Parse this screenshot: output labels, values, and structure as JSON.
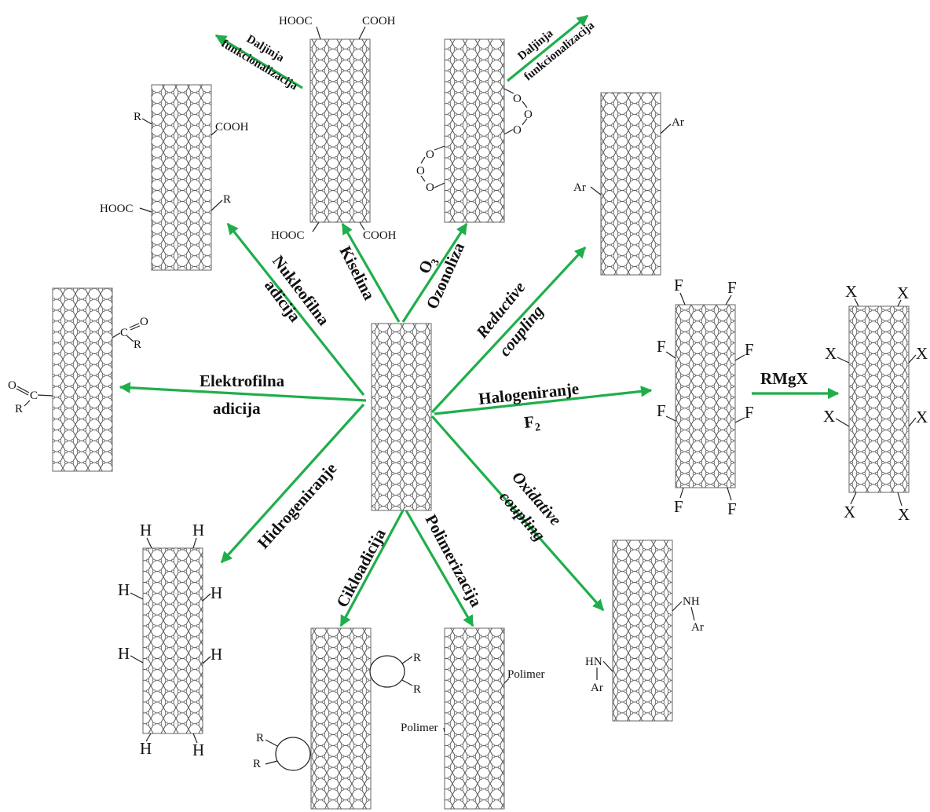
{
  "colors": {
    "arrow": "#1fae4b",
    "tube": "#555555",
    "text": "#111111"
  },
  "reactions": {
    "electrophilic_1": "Elektrofilna",
    "electrophilic_2": "adicija",
    "nucleophilic_1": "Nukleofilna",
    "nucleophilic_2": "adicija",
    "acid": "Kiselina",
    "ozone_formula": "O",
    "ozone_sub": "3",
    "ozonolysis": "Ozonoliza",
    "reductive_1": "Reductive",
    "reductive_2": "coupling",
    "halogenation": "Halogeniranje",
    "fluorine": "F",
    "fluorine_sub": "2",
    "grignard": "RMgX",
    "oxidative_1": "Oxidative",
    "oxidative_2": "coupling",
    "polymerization": "Polimerizacija",
    "cycloaddition": "Cikloadicija",
    "hydrogenation": "Hidrogeniranje",
    "further_1": "Daljinja",
    "further_2": "funkcionalizacija"
  },
  "groups": {
    "cooh": "COOH",
    "hooc": "HOOC",
    "r": "R",
    "ar": "Ar",
    "f": "F",
    "x": "X",
    "h": "H",
    "nh": "NH",
    "hn": "HN",
    "polymer": "Polimer",
    "o": "O",
    "c": "C"
  }
}
